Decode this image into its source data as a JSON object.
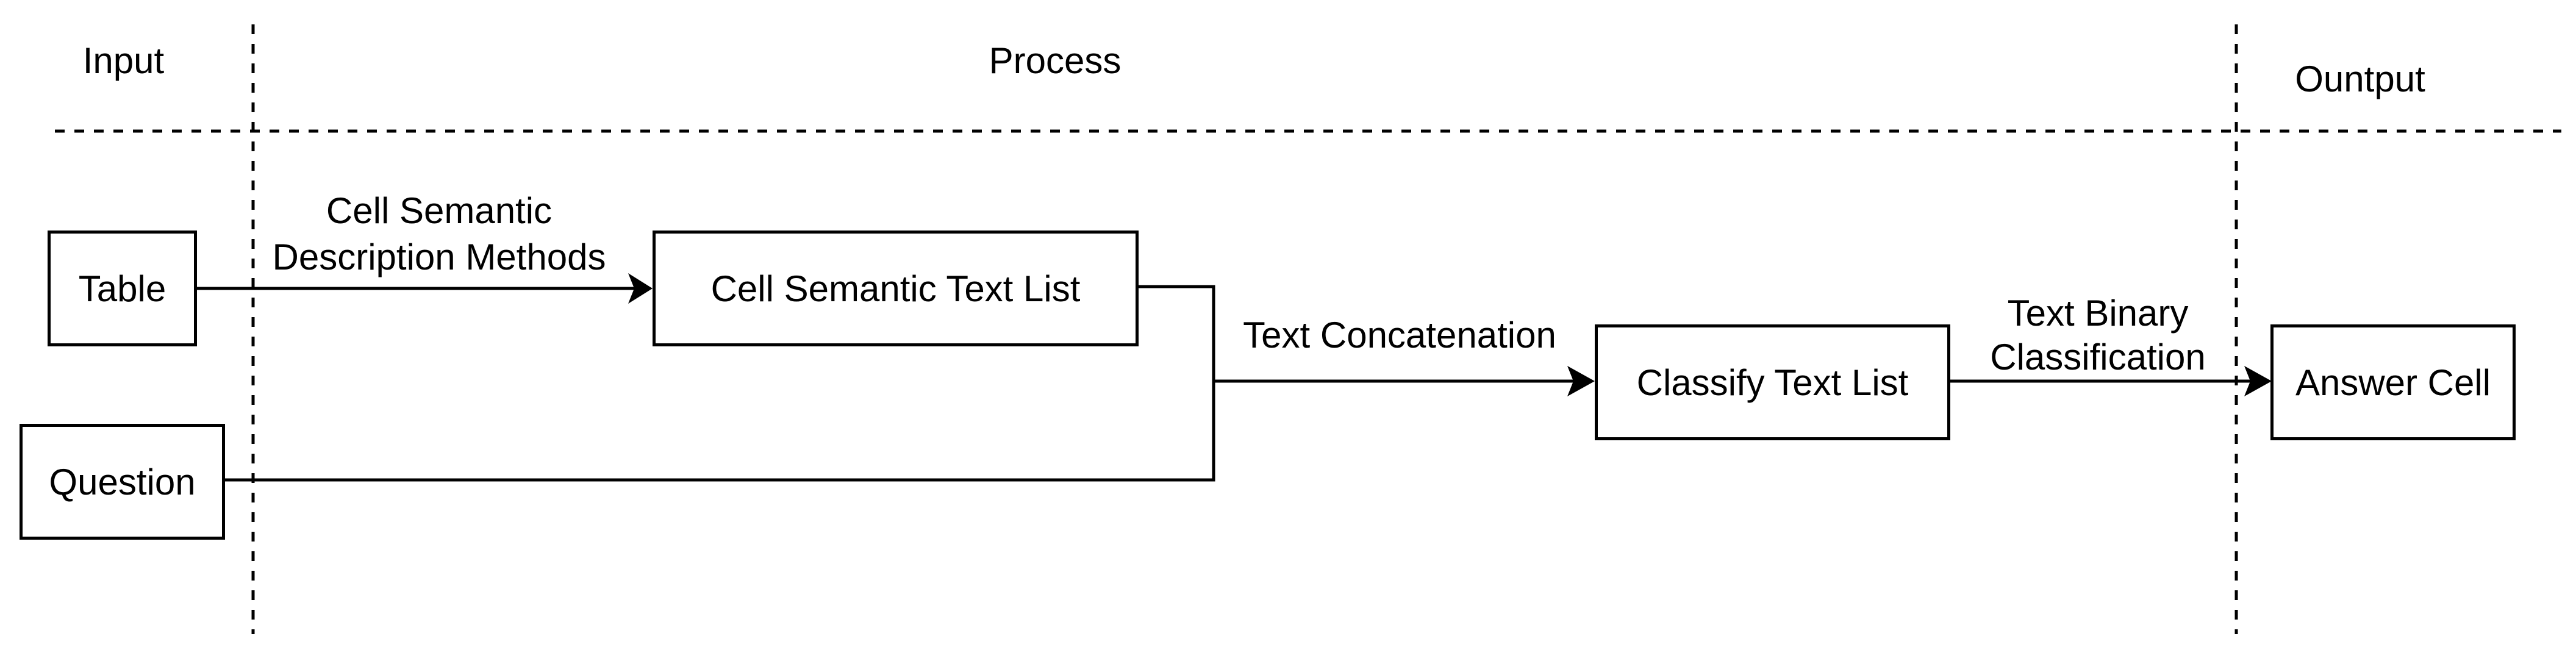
{
  "sections": {
    "input": "Input",
    "process": "Process",
    "output": "Ountput"
  },
  "nodes": {
    "table": "Table",
    "question": "Question",
    "cell_semantic_text_list": "Cell Semantic Text List",
    "classify_text_list": "Classify Text List",
    "answer_cell": "Answer Cell"
  },
  "edges": {
    "cell_semantic_line1": "Cell Semantic",
    "cell_semantic_line2": "Description Methods",
    "text_concatenation": "Text Concatenation",
    "text_binary_line1": "Text Binary",
    "text_binary_line2": "Classification"
  }
}
